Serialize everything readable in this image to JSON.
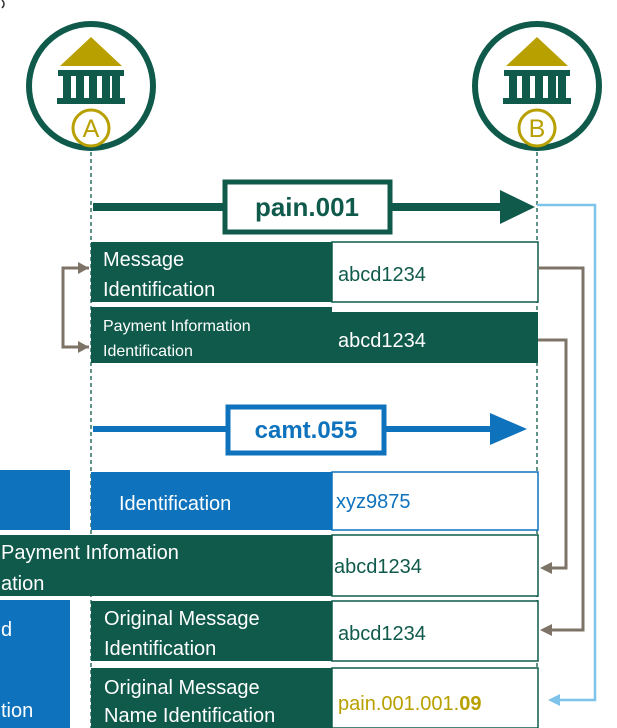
{
  "colors": {
    "dark_green": "#0f5a4b",
    "gold": "#b8a000",
    "blue": "#0e72bd",
    "light_blue": "#7ec3ea",
    "connector_brown": "#7d7366"
  },
  "banks": [
    {
      "label": "A",
      "icon": "bank-building-icon"
    },
    {
      "label": "B",
      "icon": "bank-building-icon"
    }
  ],
  "messages": {
    "pain": "pain.001",
    "camt": "camt.055"
  },
  "pain_fields": [
    {
      "label_line1": "Message",
      "label_line2": "Identification",
      "value": "abcd1234"
    },
    {
      "label_line1": "Payment  Information",
      "label_line2": "Identification",
      "value": "abcd1234"
    }
  ],
  "camt_fields": {
    "identification": {
      "label": "Identification",
      "value": "xyz9875"
    },
    "payment_info": {
      "label_line1": "Payment Infomation",
      "label_line2": "ation",
      "value": "abcd1234"
    },
    "orig_msg_id": {
      "label_line1": "Original Message",
      "label_line2": "Identification",
      "value": "abcd1234"
    },
    "orig_msg_name": {
      "label_line1": "Original Message",
      "label_line2": "Name Identification",
      "value_prefix": "pain.001.001.",
      "value_suffix": "09"
    }
  },
  "left_panel": {
    "fragment1": "d",
    "fragment2": "tion"
  }
}
